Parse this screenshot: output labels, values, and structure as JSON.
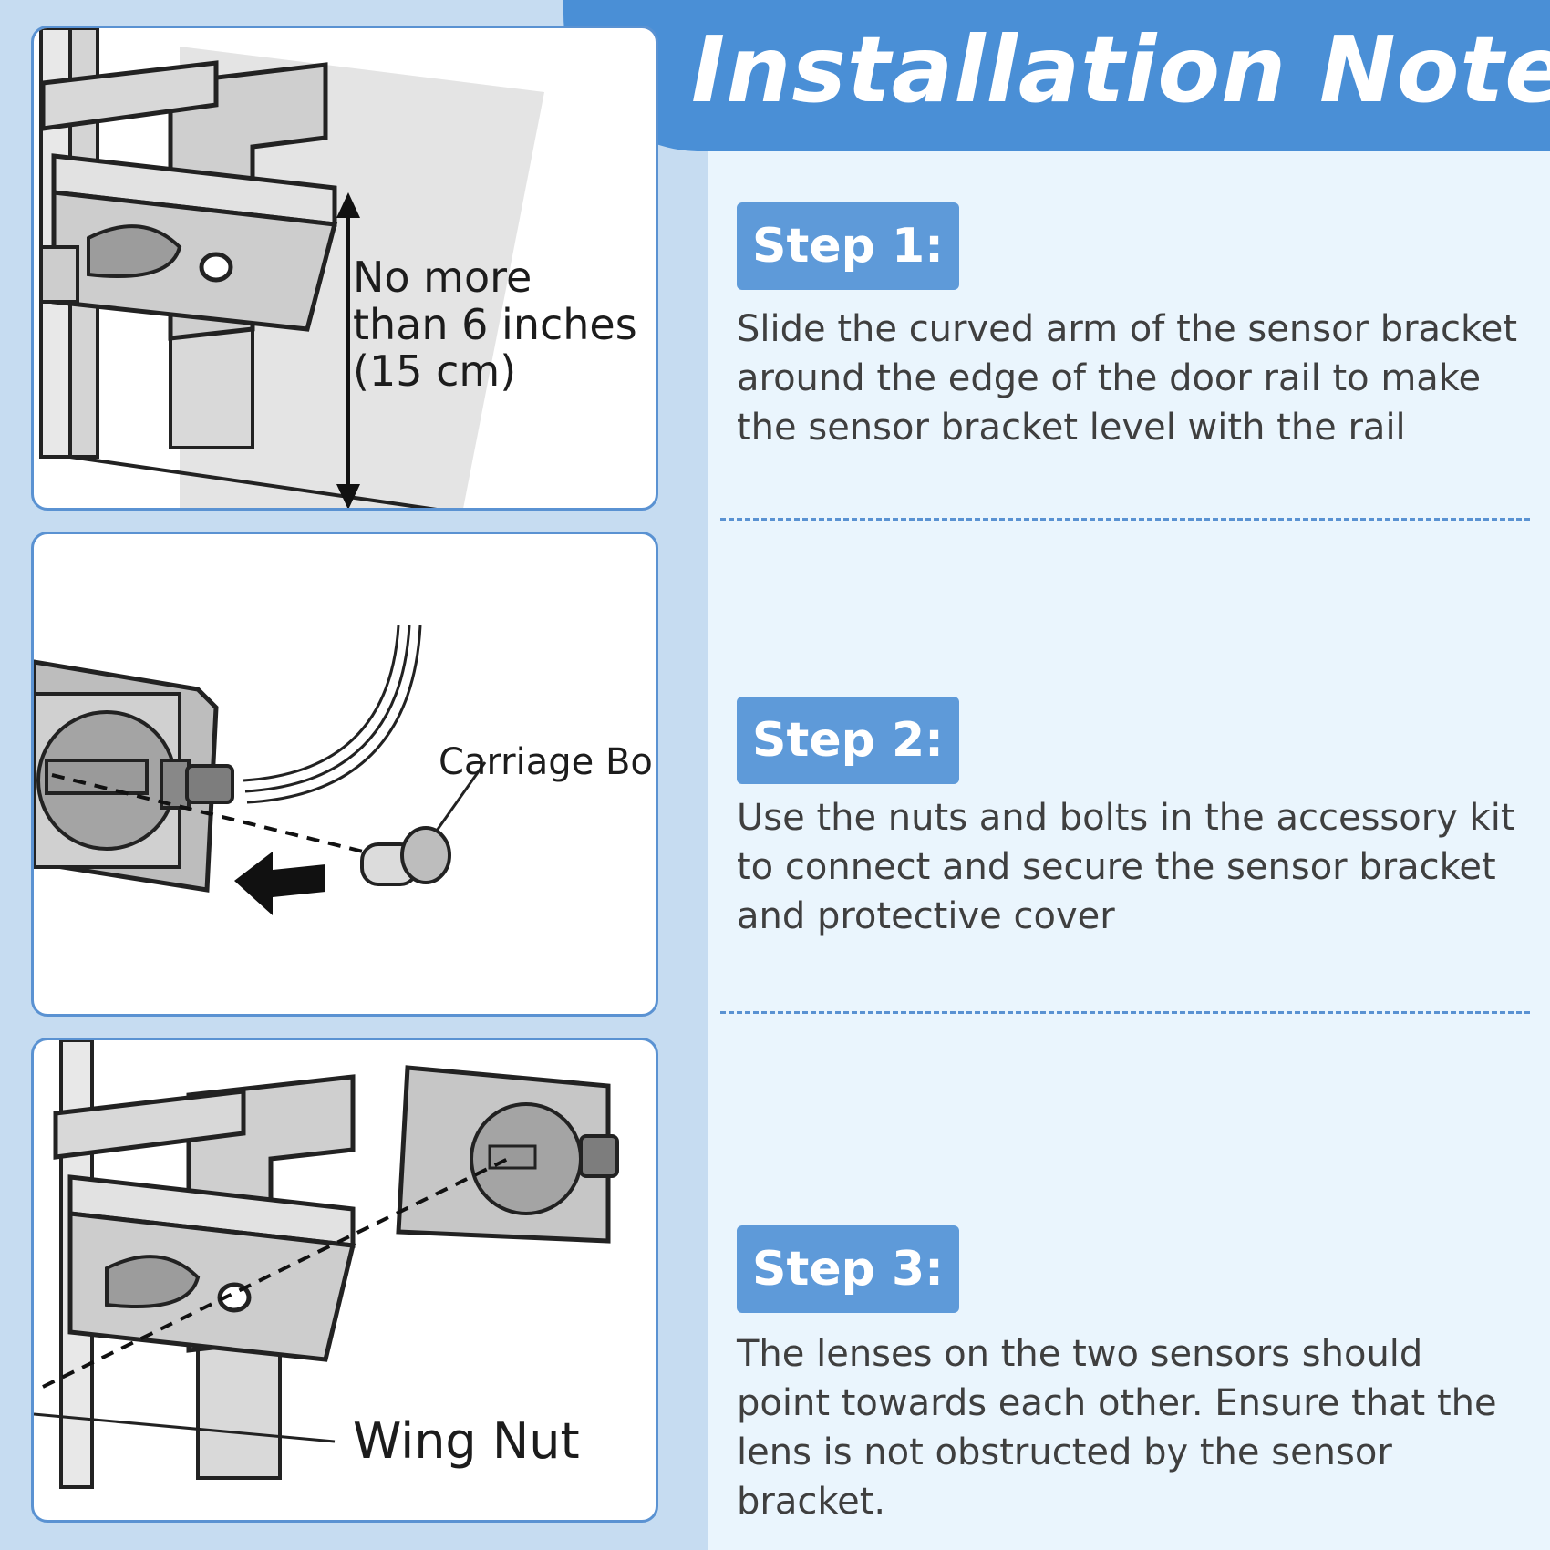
{
  "header": {
    "title": "Installation Notes"
  },
  "illustrations": {
    "panel1": {
      "label": "No more\nthan 6 inches\n(15 cm)"
    },
    "panel2": {
      "label": "Carriage Bolt"
    },
    "panel3": {
      "label": "Wing Nut"
    }
  },
  "steps": [
    {
      "badge": "Step 1:",
      "text": "Slide the curved arm of the sensor bracket around the edge of the door rail to make the sensor bracket level with the rail"
    },
    {
      "badge": "Step 2:",
      "text": "Use the nuts and bolts in the accessory kit to connect and secure the sensor bracket and protective cover"
    },
    {
      "badge": "Step 3:",
      "text": "The lenses on the two sensors should point towards each other.  Ensure that the lens is not obstructed by the sensor bracket."
    }
  ],
  "colors": {
    "banner": "#4a8fd6",
    "badge": "#5e9ad9",
    "background": "#c6dcf1",
    "panel_bg": "#eaf5fd"
  }
}
